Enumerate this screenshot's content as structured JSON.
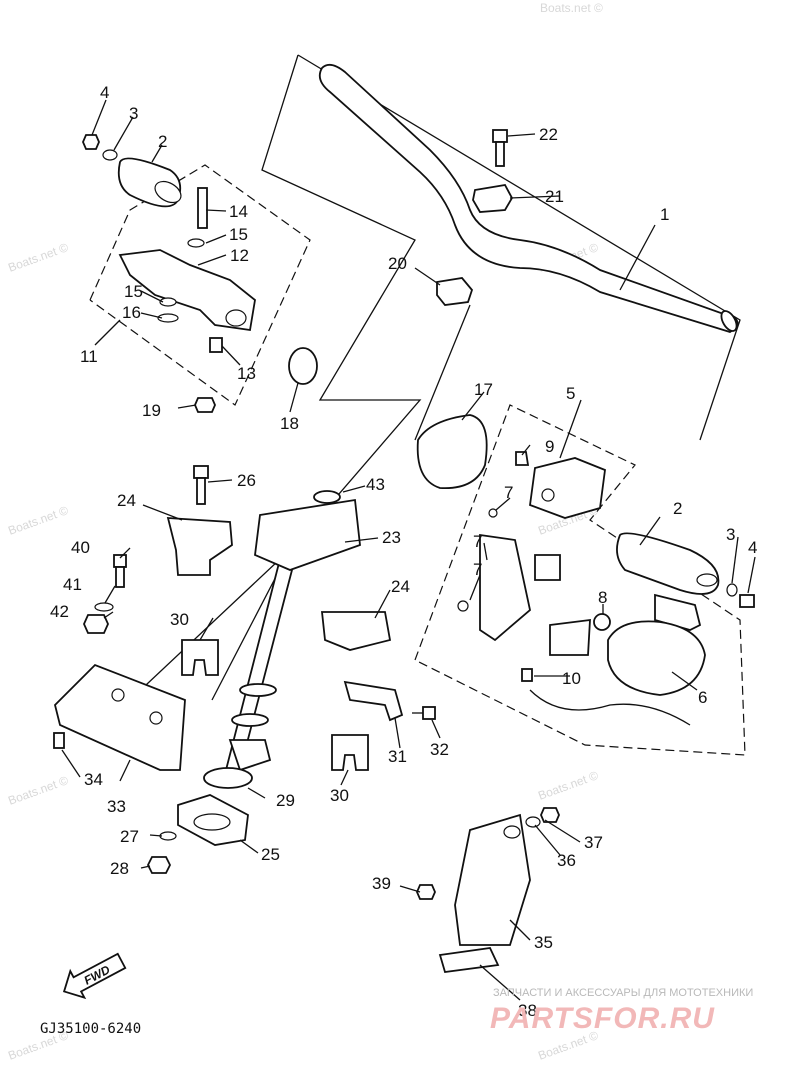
{
  "diagram": {
    "code": "GJ35100-6240",
    "fwd_label": "FWD",
    "watermark": "Boats.net ©",
    "logo_tagline": "ЗАПЧАСТИ И АКСЕССУАРЫ ДЛЯ МОТОТЕХНИКИ",
    "logo_text": "PARTSFOR.RU",
    "labels": {
      "p1": "1",
      "p2a": "2",
      "p2b": "2",
      "p3a": "3",
      "p3b": "3",
      "p4a": "4",
      "p4b": "4",
      "p5": "5",
      "p6": "6",
      "p7a": "7",
      "p7b": "7",
      "p7c": "7",
      "p8": "8",
      "p9": "9",
      "p10": "10",
      "p11": "11",
      "p12": "12",
      "p13": "13",
      "p14": "14",
      "p15a": "15",
      "p15b": "15",
      "p16": "16",
      "p17": "17",
      "p18": "18",
      "p19": "19",
      "p20": "20",
      "p21": "21",
      "p22": "22",
      "p23": "23",
      "p24a": "24",
      "p24b": "24",
      "p25": "25",
      "p26": "26",
      "p27": "27",
      "p28": "28",
      "p29": "29",
      "p30a": "30",
      "p30b": "30",
      "p31": "31",
      "p32": "32",
      "p33": "33",
      "p34": "34",
      "p35": "35",
      "p36": "36",
      "p37": "37",
      "p38": "38",
      "p39": "39",
      "p40": "40",
      "p41": "41",
      "p42": "42",
      "p43": "43"
    }
  }
}
